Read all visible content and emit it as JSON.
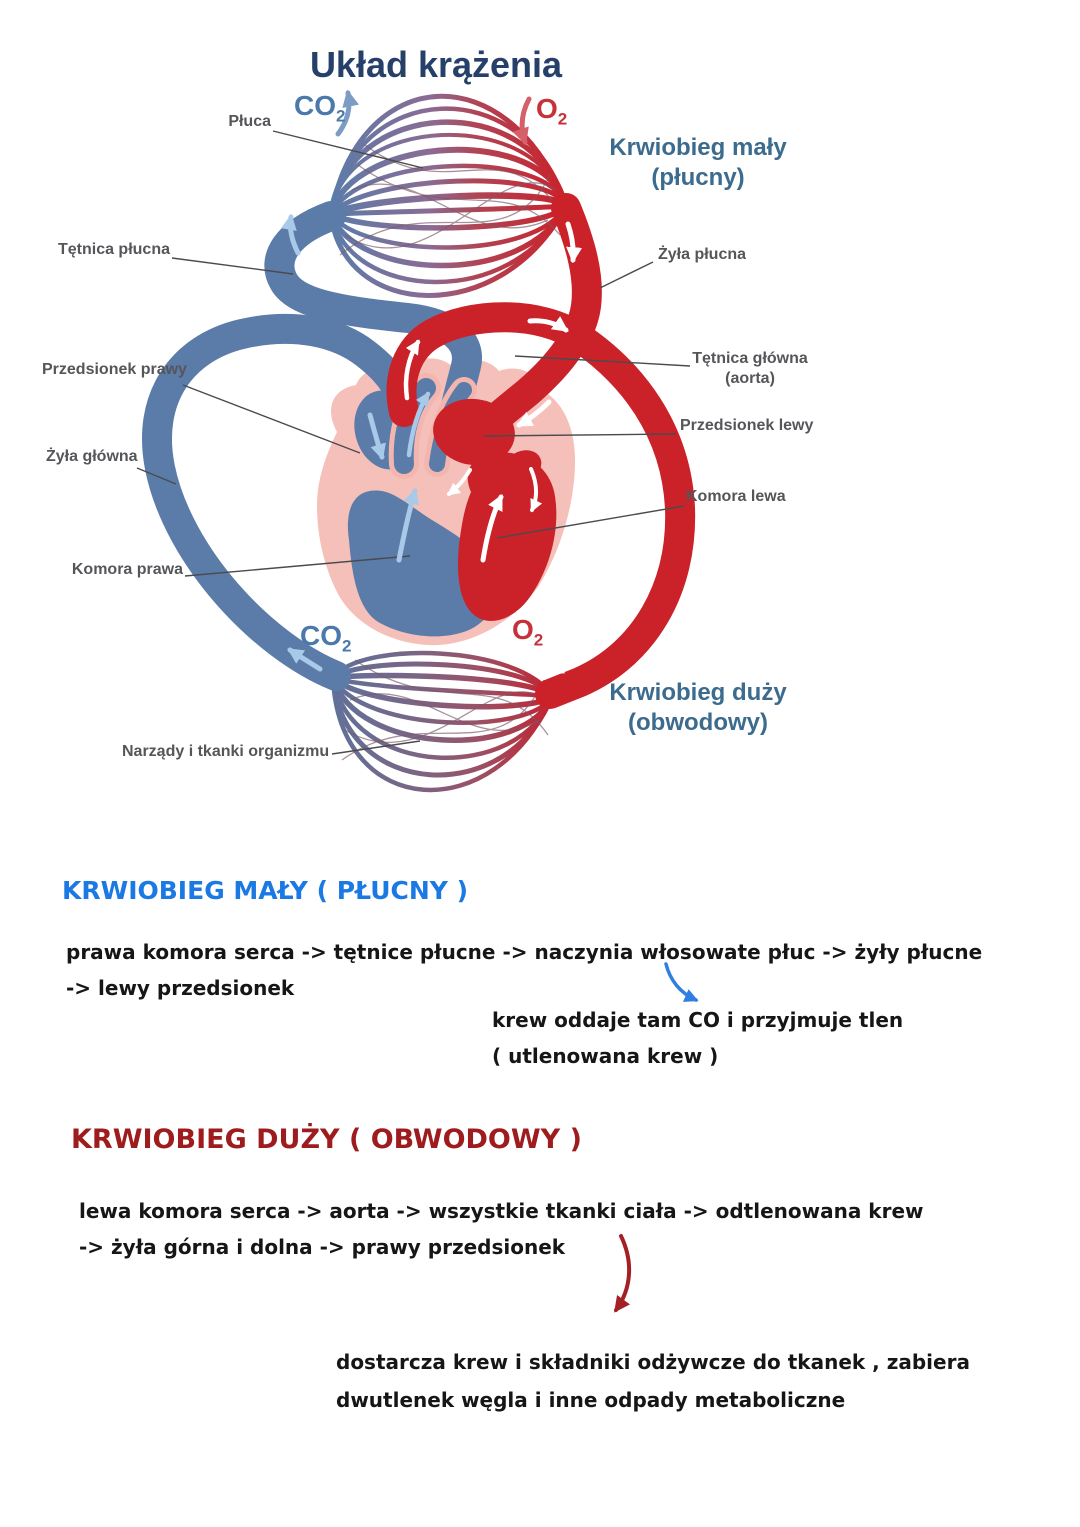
{
  "diagram": {
    "title": "Układ krążenia",
    "gas": {
      "co2_main": "CO",
      "co2_sub": "2",
      "o2_main": "O",
      "o2_sub": "2"
    },
    "labels": {
      "pluca": "Płuca",
      "tetnica_plucna": "Tętnica płucna",
      "przedsionek_prawy": "Przedsionek prawy",
      "zyla_glowna": "Żyła główna",
      "komora_prawa": "Komora prawa",
      "narzady": "Narządy i tkanki organizmu",
      "zyla_plucna": "Żyła płucna",
      "tetnica_glowna_line1": "Tętnica główna",
      "tetnica_glowna_line2": "(aorta)",
      "przedsionek_lewy": "Przedsionek lewy",
      "komora_lewa": "Komora lewa"
    },
    "circuits": {
      "maly_line1": "Krwiobieg mały",
      "maly_line2": "(płucny)",
      "duzy_line1": "Krwiobieg duży",
      "duzy_line2": "(obwodowy)"
    }
  },
  "notes": {
    "small_circuit": {
      "heading": "KRWIOBIEG MAŁY ( PŁUCNY )",
      "flow_line1": "prawa komora serca -> tętnice płucne -> naczynia włosowate płuc -> żyły płucne",
      "flow_line2": "-> lewy przedsionek",
      "callout_line1": "krew oddaje tam CO i przyjmuje tlen",
      "callout_line2": "( utlenowana krew )"
    },
    "large_circuit": {
      "heading": "KRWIOBIEG DUŻY ( OBWODOWY )",
      "flow_line1": "lewa komora serca -> aorta -> wszystkie tkanki ciała -> odtlenowana krew",
      "flow_line2": "-> żyła górna i dolna -> prawy przedsionek",
      "callout_line1": "dostarcza krew i składniki odżywcze do tkanek , zabiera",
      "callout_line2": "dwutlenek węgla i inne odpady metaboliczne"
    }
  },
  "colors": {
    "vein_blue": "#5b7ca9",
    "artery_red": "#cb2129",
    "heart_pink": "#f6c0ba",
    "flow_arrow_blue": "#a9c9e8",
    "title_navy": "#26406a",
    "label_gray": "#55565a",
    "circuit_label_blue": "#3c6b8e",
    "co2_blue": "#4a79ac",
    "o2_red": "#c5323a",
    "heading_small_blue": "#1b79e3",
    "heading_large_red": "#9e1b1e",
    "note_text": "#161616",
    "note_arrow_blue": "#2f7fe0",
    "note_arrow_red": "#a32024"
  }
}
